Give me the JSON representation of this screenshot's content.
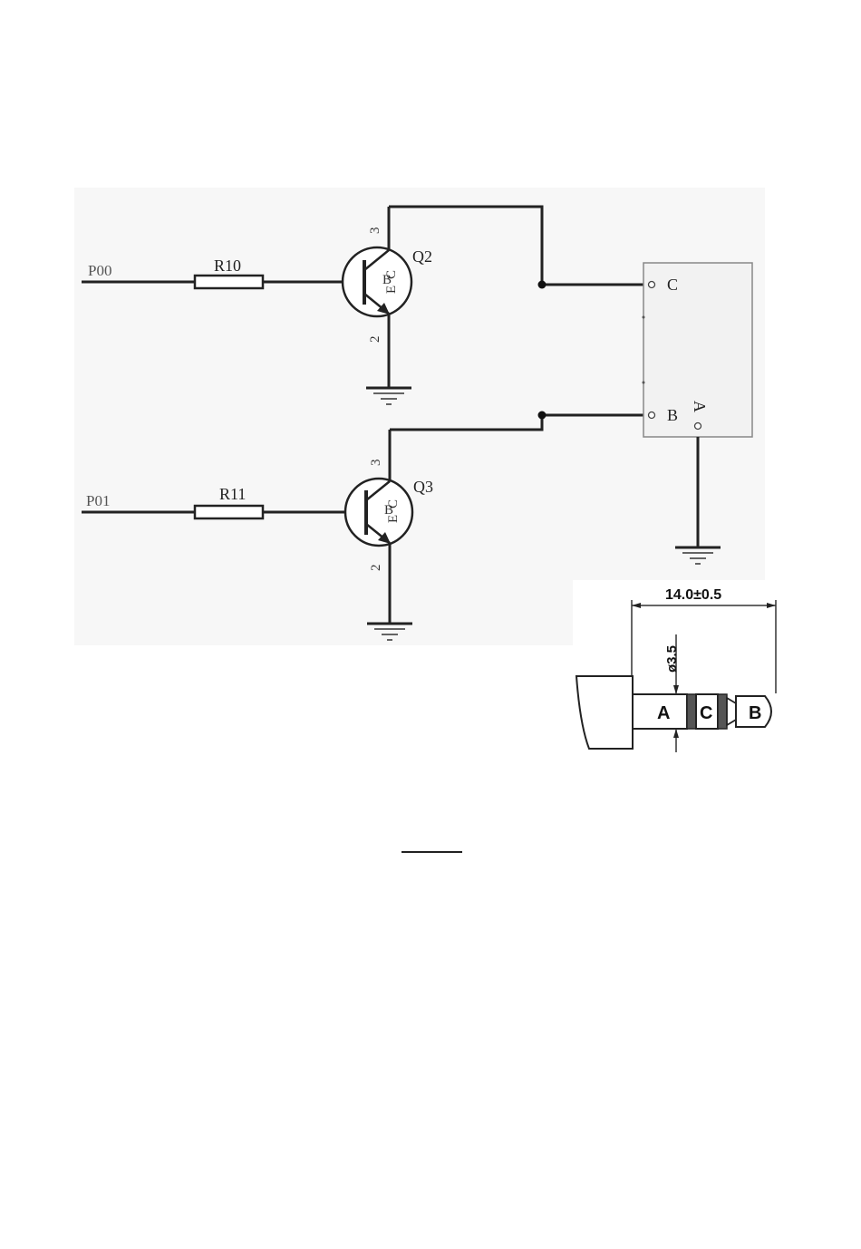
{
  "schematic": {
    "nets": {
      "in0": "P00",
      "in1": "P01"
    },
    "resistors": {
      "r10": "R10",
      "r11": "R11"
    },
    "transistors": {
      "q2": {
        "ref": "Q2",
        "base": "B",
        "collector": "C",
        "emitter": "E",
        "pin_collector": "3",
        "pin_emitter": "2"
      },
      "q3": {
        "ref": "Q3",
        "base": "B",
        "collector": "C",
        "emitter": "E",
        "pin_collector": "3",
        "pin_emitter": "2"
      }
    },
    "connector": {
      "pin_c": "C",
      "pin_b": "B",
      "pin_a": "A"
    }
  },
  "plug": {
    "length_dim": "14.0±0.5",
    "diameter_dim": "ø3.5",
    "segment_a": "A",
    "segment_c": "C",
    "segment_b": "B"
  }
}
